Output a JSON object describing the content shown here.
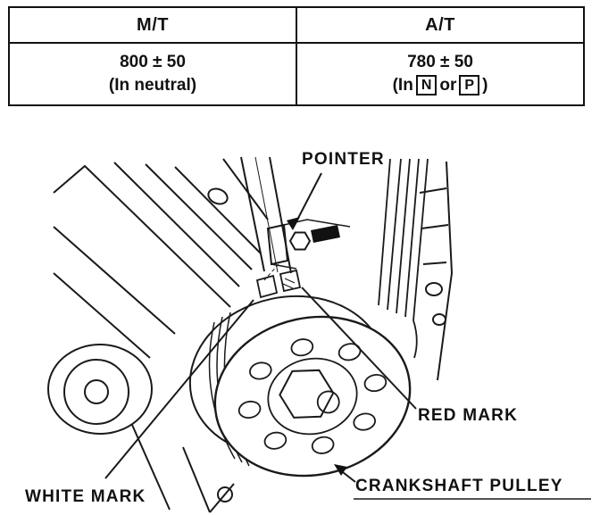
{
  "table": {
    "headers": {
      "mt": "M/T",
      "at": "A/T"
    },
    "mt_value": "800 ± 50",
    "mt_note": "(In neutral)",
    "at_value": "780 ± 50",
    "at_note_pre": "(In",
    "at_n": "N",
    "at_or": "or",
    "at_p": "P",
    "at_note_post": ")"
  },
  "diagram": {
    "pointer_label": "POINTER",
    "white_mark_label": "WHITE MARK",
    "red_mark_label": "RED MARK",
    "crankshaft_pulley_label": "CRANKSHAFT PULLEY"
  }
}
